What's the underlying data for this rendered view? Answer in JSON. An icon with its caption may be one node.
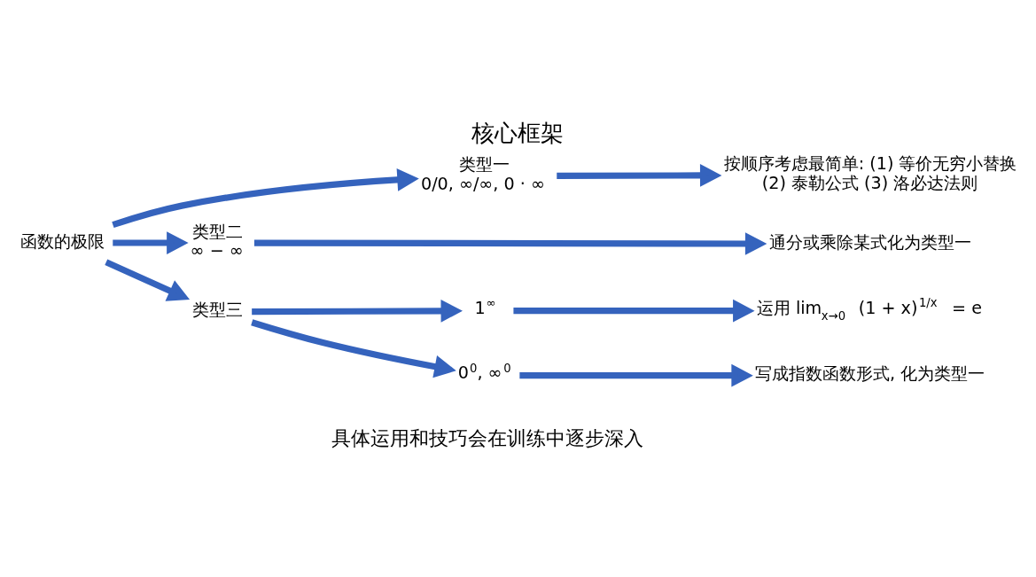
{
  "diagram": {
    "title": "核心框架",
    "caption": "具体运用和技巧会在训练中逐步深入",
    "nodes": [
      {
        "text": [
          "函数的极限"
        ]
      },
      {
        "text": [
          "类型一",
          "0/0, ∞/∞, 0 · ∞"
        ]
      },
      {
        "text": [
          "按顺序考虑最简单: (1) 等价无穷小替换 (2) 泰勒公式 (3) 洛必达法则"
        ]
      },
      {
        "text": [
          "类型二",
          "∞ − ∞"
        ]
      },
      {
        "text": [
          "通分或乘除某式化为类型一"
        ]
      },
      {
        "text": [
          "类型三"
        ]
      },
      {
        "text": [
          "1$^{∞}$"
        ]
      },
      {
        "text": [
          "运用 lim$_{x→0}$ (1 + x)$^{1/x}$ = e"
        ]
      },
      {
        "text": [
          "0$^{0}$, ∞$^{0}$"
        ]
      },
      {
        "text": [
          "写成指数函数形式, 化为类型一"
        ]
      }
    ],
    "edges": [
      {
        "from": 0,
        "to": 1,
        "arrow": "to"
      },
      {
        "from": 0,
        "to": 3,
        "arrow": "to"
      },
      {
        "from": 0,
        "to": 5,
        "arrow": "to"
      },
      {
        "from": 1,
        "to": 2,
        "arrow": "to"
      },
      {
        "from": 3,
        "to": 4,
        "arrow": "to"
      },
      {
        "from": 5,
        "to": 6,
        "arrow": "to"
      },
      {
        "from": 5,
        "to": 8,
        "arrow": "to"
      },
      {
        "from": 6,
        "to": 7,
        "arrow": "to"
      },
      {
        "from": 8,
        "to": 9,
        "arrow": "to"
      }
    ]
  }
}
